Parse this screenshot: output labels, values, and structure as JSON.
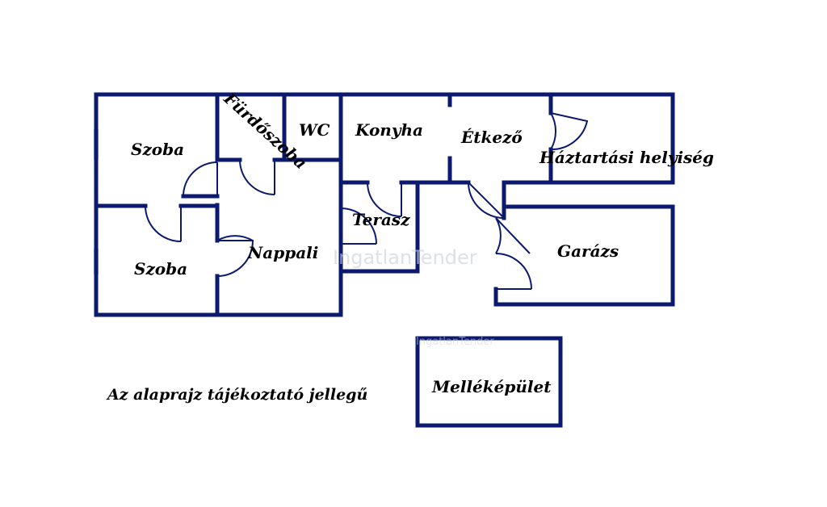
{
  "rooms": {
    "szoba_upper": "Szoba",
    "furdoszoba": "Fürdőszoba",
    "wc": "WC",
    "konyha": "Konyha",
    "etkezo": "Étkező",
    "haztartasi": "Háztartási helyiség",
    "szoba_lower": "Szoba",
    "nappali": "Nappali",
    "terasz": "Terasz",
    "garazs": "Garázs",
    "mellekepulet": "Melléképület"
  },
  "note": "Az alaprajz tájékoztató jellegű",
  "watermark": {
    "main": "IngatlanTender",
    "faint": "IngatlanTender"
  },
  "colors": {
    "wall": "#0b1a6e",
    "window": "#b9d3ea",
    "background": "#ffffff"
  }
}
